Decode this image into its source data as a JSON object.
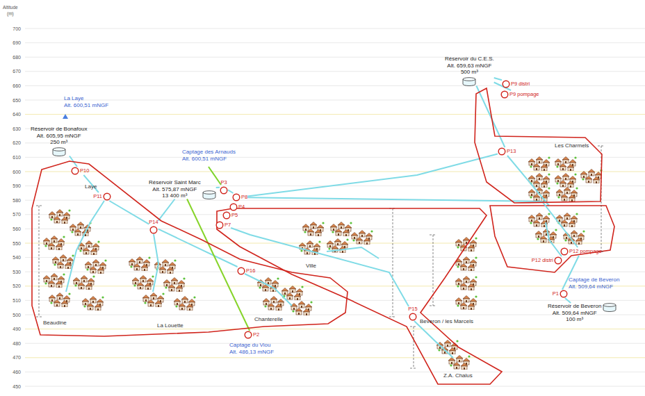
{
  "diagram": {
    "nodes": [
      {
        "text": [
          "Beaudine",
          "La Louette",
          "Chanterelle"
        ]
      },
      {
        "text": [
          "Ville",
          "Z.A. Chalus"
        ]
      },
      {
        "text": [
          "Les Charmels"
        ]
      },
      {
        "text": [
          "Réservoir de Bonafoux",
          "Alt. 605,95 mNGF",
          "250 m³"
        ]
      },
      {
        "text": [
          "Réservoir Saint Marc",
          "Alt. 575,87 mNGF",
          "13 400 m³"
        ]
      },
      {
        "text": [
          "Réservoir du C.E.S.",
          "Alt. 659,63 mNGF",
          "500 m³"
        ]
      },
      {
        "text": [
          "Réservoir de Beveron",
          "Alt. 509,64 mNGF",
          "100 m³"
        ]
      },
      {
        "text": [
          "P10"
        ],
        "in": 0
      },
      {
        "text": [
          "P11"
        ],
        "in": 0
      },
      {
        "text": [
          "P14"
        ],
        "in": 0
      },
      {
        "text": [
          "P16"
        ],
        "in": 0
      },
      {
        "text": [
          "P2"
        ]
      },
      {
        "text": [
          "P3"
        ]
      },
      {
        "text": [
          "P8"
        ]
      },
      {
        "text": [
          "P4"
        ]
      },
      {
        "text": [
          "P5"
        ]
      },
      {
        "text": [
          "P7"
        ]
      },
      {
        "text": [
          "P15"
        ]
      },
      {
        "text": [
          "P13"
        ],
        "in": 2
      },
      {
        "text": [
          "P9 distri"
        ]
      },
      {
        "text": [
          "P9 pompage"
        ]
      },
      {
        "text": [
          "P12 distri"
        ]
      },
      {
        "text": [
          "P12 pompage"
        ]
      },
      {
        "text": [
          "P1"
        ]
      }
    ],
    "edges": [
      {
        "from": 3,
        "to": 7,
        "arrow": "none"
      },
      {
        "from": 7,
        "to": 8,
        "arrow": "none"
      },
      {
        "from": 8,
        "to": 9,
        "arrow": "none"
      },
      {
        "from": 9,
        "to": 10,
        "arrow": "none"
      },
      {
        "from": 9,
        "to": 4,
        "arrow": "none"
      },
      {
        "from": 4,
        "to": 12,
        "arrow": "none"
      },
      {
        "from": 12,
        "to": 13,
        "arrow": "none"
      },
      {
        "from": 13,
        "to": 18,
        "arrow": "none"
      },
      {
        "from": 18,
        "to": 5,
        "arrow": "none"
      },
      {
        "from": 20,
        "to": 5,
        "arrow": "none"
      },
      {
        "from": 19,
        "to": 5,
        "arrow": "none"
      },
      {
        "from": 13,
        "to": 22,
        "arrow": "none"
      },
      {
        "from": 23,
        "to": 22,
        "arrow": "none"
      },
      {
        "from": 23,
        "to": 6,
        "arrow": "none"
      },
      {
        "from": 16,
        "to": 17,
        "arrow": "none"
      },
      {
        "from": 11,
        "to": 4,
        "arrow": "none"
      }
    ],
    "labels": [
      "La Laye",
      "Alt. 600,51 mNGF",
      "Captage des Arnauds",
      "Alt. 600,51 mNGF",
      "Captage du Viou",
      "Alt. 486,13 mNGF",
      "Captage de Beveron",
      "Alt. 509,64 mNGF",
      "Laye",
      "Beveron / les Marcels",
      "Altitude",
      "(m)",
      "700",
      "690",
      "680",
      "670",
      "660",
      "650",
      "640",
      "630",
      "620",
      "610",
      "600",
      "590",
      "580",
      "570",
      "560",
      "550",
      "540",
      "530",
      "520",
      "510",
      "500",
      "490",
      "480",
      "470",
      "460",
      "450"
    ]
  }
}
